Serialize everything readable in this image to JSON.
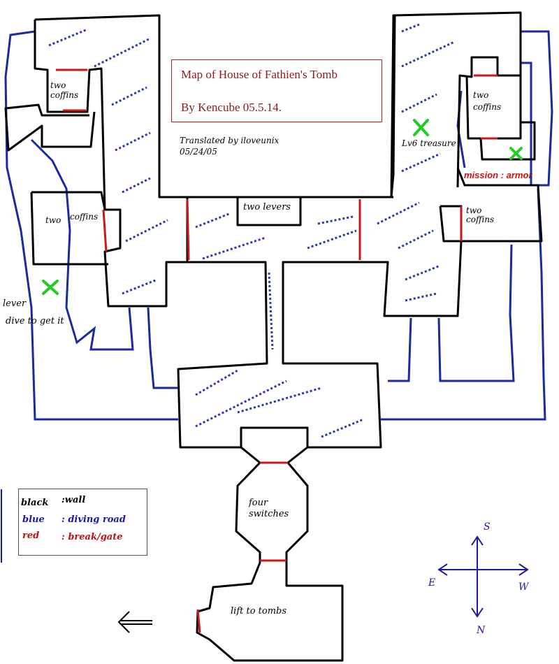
{
  "title": {
    "line1": "Map of House of Fathien's Tomb",
    "line2": "By Kencube 05.5.14."
  },
  "credit": {
    "line1": "Translated by iloveunix",
    "line2": "05/24/05"
  },
  "labels": {
    "two_coffins_top_left_a": "two",
    "two_coffins_top_left_b": "coffins",
    "two_coffins_mid_left_a": "two",
    "two_coffins_mid_left_b": "coffins",
    "two_coffins_top_right_a": "two",
    "two_coffins_top_right_b": "coffins",
    "two_coffins_mid_right_a": "two",
    "two_coffins_mid_right_b": "coffins",
    "two_levers": "two levers",
    "lever": "lever",
    "dive_to_get_it": "dive to get it",
    "lv6_treasure": "Lv6 treasure",
    "mission_armor": "mission : armor",
    "four_switches_a": "four",
    "four_switches_b": "switches",
    "lift_to_tombs": "lift to tombs"
  },
  "legend": {
    "items": [
      {
        "key": "black",
        "desc": ":wall",
        "key_color": "#000000",
        "desc_color": "#000000"
      },
      {
        "key": "blue",
        "desc": ": diving road",
        "key_color": "#1a1aa0",
        "desc_color": "#1a1aa0"
      },
      {
        "key": "red",
        "desc": ": break/gate",
        "key_color": "#c01010",
        "desc_color": "#c01010"
      }
    ]
  },
  "compass": {
    "s": "S",
    "n": "N",
    "e": "E",
    "w": "W"
  },
  "colors": {
    "wall": "#000000",
    "diving_road": "#1a2aa0",
    "gate": "#c81818",
    "marker": "#22cc22",
    "water_hatch": "#2a3aa8"
  }
}
